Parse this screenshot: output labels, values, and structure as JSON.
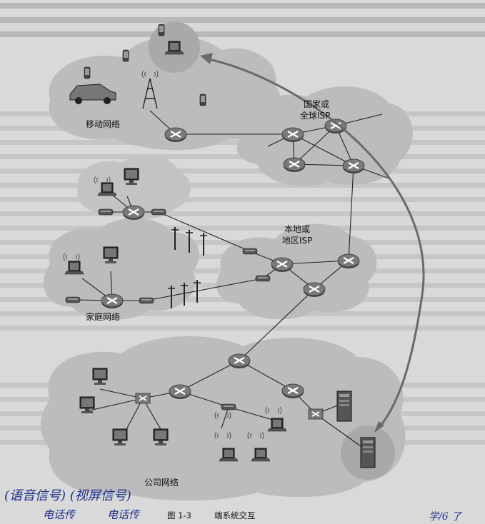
{
  "labels": {
    "mobile_network": "移动网络",
    "national_isp_line1": "国家或",
    "national_isp_line2": "全球ISP",
    "local_isp_line1": "本地或",
    "local_isp_line2": "地区ISP",
    "home_network": "家庭网络",
    "enterprise_network": "公司网络"
  },
  "caption": {
    "number": "图 1-3",
    "title": "端系统交互"
  },
  "handwriting": {
    "line1": "(语音信号) (视屏信号)",
    "line2a": "电话传",
    "line2b": "电话传",
    "corner": "学/6 了"
  },
  "colors": {
    "page": "#d9d9d9",
    "cloud": "#bdbdbd",
    "highlight": "#a8a8a8",
    "router": "#6e6e6e",
    "arrow": "#6a6a6a",
    "ink": "#1c2f8c"
  }
}
